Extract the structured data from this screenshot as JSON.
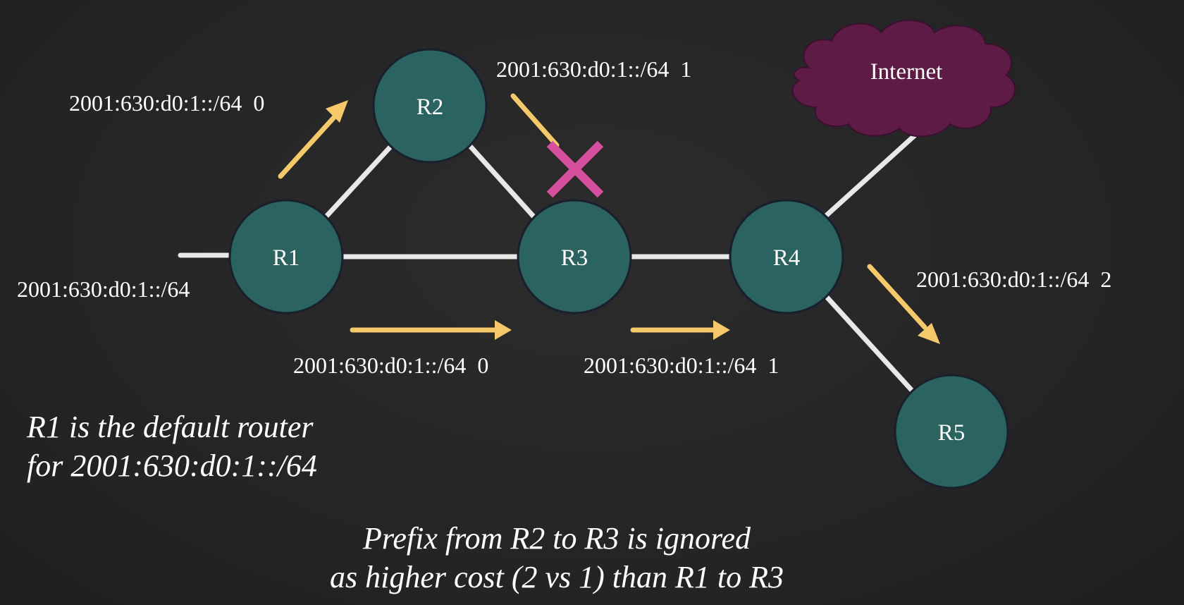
{
  "colors": {
    "background": "#262626",
    "router_fill": "#2b6360",
    "router_stroke": "#1a1f2e",
    "link": "#e8e8e8",
    "arrow": "#f5c86a",
    "cloud_fill": "#5e1b45",
    "cross": "#d6509c",
    "text": "#ffffff"
  },
  "routers": {
    "r1": "R1",
    "r2": "R2",
    "r3": "R3",
    "r4": "R4",
    "r5": "R5"
  },
  "cloud": {
    "label": "Internet",
    "icon": "cloud-icon"
  },
  "routes": {
    "r1_to_r2": "2001:630:d0:1::/64  0",
    "r2_to_r3": "2001:630:d0:1::/64  1",
    "r1_to_r3": "2001:630:d0:1::/64  0",
    "r3_to_r4": "2001:630:d0:1::/64  1",
    "r4_to_r5": "2001:630:d0:1::/64  2",
    "r1_stub": "2001:630:d0:1::/64"
  },
  "notes": {
    "default_router_line1": "R1 is the default router",
    "default_router_line2": "for 2001:630:d0:1::/64",
    "ignored_line1": "Prefix from R2 to R3 is ignored",
    "ignored_line2": "as higher cost (2 vs 1) than R1 to R3"
  }
}
